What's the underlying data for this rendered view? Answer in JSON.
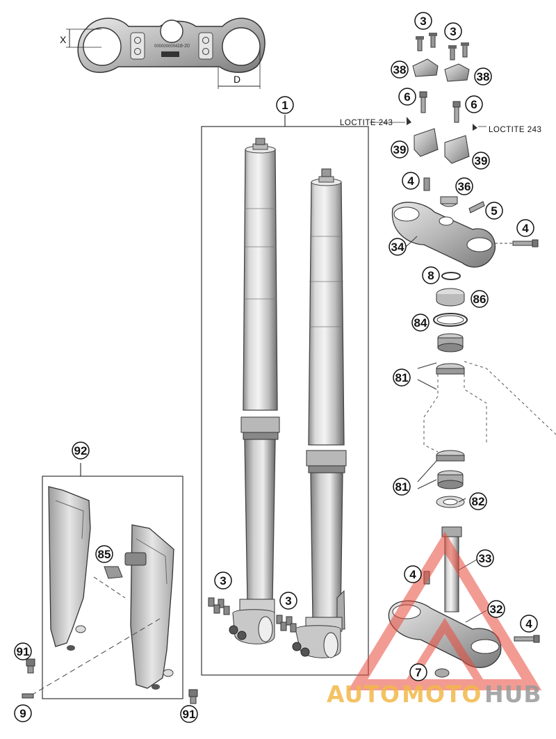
{
  "dimensions": {
    "x_label": "X",
    "d_label": "D"
  },
  "clamp_text": {
    "part_number": "0000000004",
    "code": "18-20"
  },
  "loctite": {
    "left": "LOCTITE 243",
    "right": "LOCTITE 243"
  },
  "callouts": {
    "c1": "1",
    "c3a": "3",
    "c3b": "3",
    "c3c": "3",
    "c3d": "3",
    "c38a": "38",
    "c38b": "38",
    "c6a": "6",
    "c6b": "6",
    "c39a": "39",
    "c39b": "39",
    "c4a": "4",
    "c4b": "4",
    "c4c": "4",
    "c4d": "4",
    "c36": "36",
    "c5": "5",
    "c34": "34",
    "c8": "8",
    "c86": "86",
    "c84": "84",
    "c81a": "81",
    "c81b": "81",
    "c82": "82",
    "c33": "33",
    "c32": "32",
    "c7": "7",
    "c92": "92",
    "c85": "85",
    "c91a": "91",
    "c91b": "91",
    "c9": "9"
  },
  "watermark": {
    "auto": "AUTO",
    "moto": "MOTO",
    "hub": "HUB",
    "colors": {
      "auto": "#f2b84a",
      "moto": "#f2b84a",
      "hub": "#9a9a9a",
      "triangle": "#e84a3c"
    }
  }
}
